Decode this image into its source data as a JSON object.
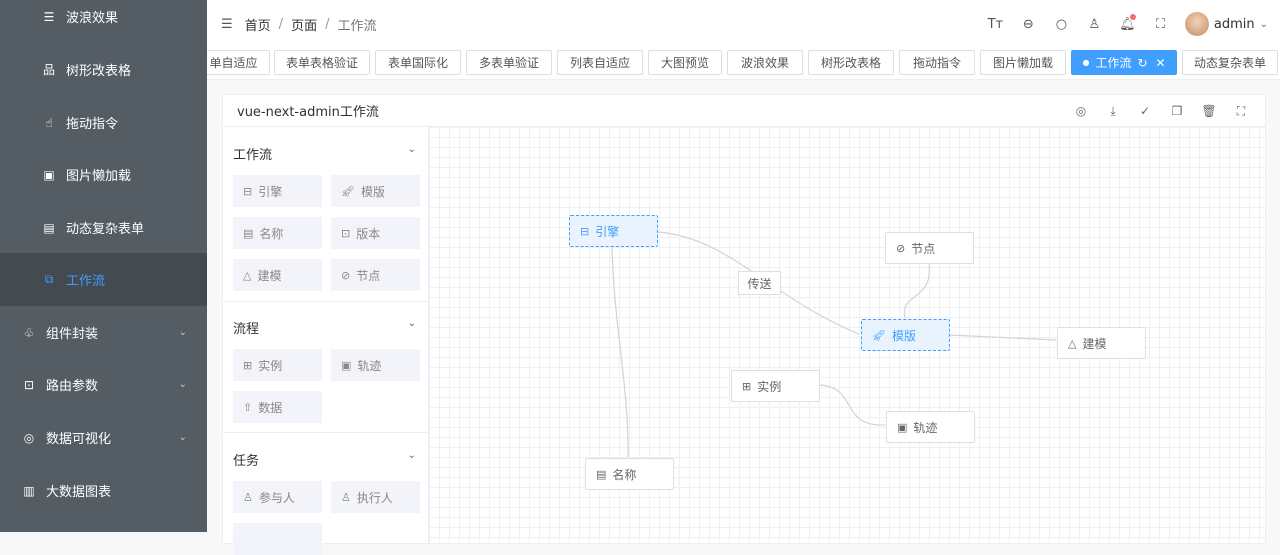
{
  "sidebar": {
    "items": [
      {
        "label": "波浪效果",
        "icon": "menu-icon"
      },
      {
        "label": "树形改表格",
        "icon": "tree-icon"
      },
      {
        "label": "拖动指令",
        "icon": "pointer-icon"
      },
      {
        "label": "图片懒加载",
        "icon": "picture-icon"
      },
      {
        "label": "动态复杂表单",
        "icon": "form-icon"
      },
      {
        "label": "工作流",
        "icon": "workflow-icon",
        "active": true
      },
      {
        "label": "组件封装",
        "icon": "component-icon"
      },
      {
        "label": "路由参数",
        "icon": "route-icon"
      },
      {
        "label": "数据可视化",
        "icon": "chart-icon"
      },
      {
        "label": "大数据图表",
        "icon": "bar-chart-icon"
      }
    ]
  },
  "header": {
    "breadcrumb": [
      "首页",
      "页面",
      "工作流"
    ],
    "separator": "/",
    "user": "admin",
    "icons": [
      "font-size-icon",
      "search-menu-icon",
      "search-icon",
      "skin-icon",
      "bell-icon",
      "fullscreen-icon"
    ]
  },
  "tags": [
    {
      "label": "单自适应"
    },
    {
      "label": "表单表格验证"
    },
    {
      "label": "表单国际化"
    },
    {
      "label": "多表单验证"
    },
    {
      "label": "列表自适应"
    },
    {
      "label": "大图预览"
    },
    {
      "label": "波浪效果"
    },
    {
      "label": "树形改表格"
    },
    {
      "label": "拖动指令"
    },
    {
      "label": "图片懒加载"
    },
    {
      "label": "工作流",
      "active": true
    },
    {
      "label": "动态复杂表单"
    }
  ],
  "accent": "#409eff",
  "card": {
    "title": "vue-next-admin工作流",
    "tools": [
      "help-icon",
      "download-icon",
      "check-icon",
      "copy-icon",
      "delete-icon",
      "fullscreen-icon"
    ]
  },
  "panel": {
    "groups": [
      {
        "title": "工作流",
        "items": [
          "引擎",
          "模版",
          "名称",
          "版本",
          "建模",
          "节点"
        ]
      },
      {
        "title": "流程",
        "items": [
          "实例",
          "轨迹",
          "数据"
        ]
      },
      {
        "title": "任务",
        "items": [
          "参与人",
          "执行人"
        ]
      }
    ]
  },
  "canvas": {
    "nodes": [
      "引擎",
      "节点",
      "模版",
      "建模",
      "实例",
      "轨迹",
      "名称"
    ],
    "edge_label": "传送"
  }
}
